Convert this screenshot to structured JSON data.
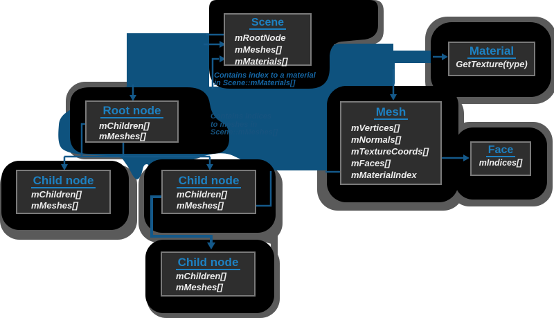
{
  "diagram": {
    "colors": {
      "background": "#ffffff",
      "blob_black": "#000000",
      "blob_gray": "#5a5a5a",
      "box_fill": "#2e2e2e",
      "box_border": "#7a7a7a",
      "title_blue": "#1d81c2",
      "member_text": "#ececec",
      "flow_blue": "#0e527e",
      "line_blue": "#14598a",
      "note_bright_blue": "#1566a4",
      "note_dark_blue": "#16537f"
    },
    "nodes": [
      {
        "id": "scene",
        "title": "Scene",
        "members": [
          "mRootNode",
          "mMeshes[]",
          "mMaterials[]"
        ]
      },
      {
        "id": "material",
        "title": "Material",
        "members": [
          "GetTexture(type)"
        ]
      },
      {
        "id": "mesh",
        "title": "Mesh",
        "members": [
          "mVertices[]",
          "mNormals[]",
          "mTextureCoords[]",
          "mFaces[]",
          "mMaterialIndex"
        ]
      },
      {
        "id": "face",
        "title": "Face",
        "members": [
          "mIndices[]"
        ]
      },
      {
        "id": "root",
        "title": "Root node",
        "members": [
          "mChildren[]",
          "mMeshes[]"
        ]
      },
      {
        "id": "child1",
        "title": "Child node",
        "members": [
          "mChildren[]",
          "mMeshes[]"
        ]
      },
      {
        "id": "child2",
        "title": "Child node",
        "members": [
          "mChildren[]",
          "mMeshes[]"
        ]
      },
      {
        "id": "child3",
        "title": "Child node",
        "members": [
          "mChildren[]",
          "mMeshes[]"
        ]
      }
    ],
    "annotations": [
      {
        "id": "material-index-note",
        "lines": [
          "Contains index to a material",
          "in Scene::mMaterials[]"
        ]
      },
      {
        "id": "mesh-indices-note",
        "lines": [
          "Contains indices",
          "to meshes in",
          "Scene::mMeshes[]"
        ]
      }
    ]
  }
}
